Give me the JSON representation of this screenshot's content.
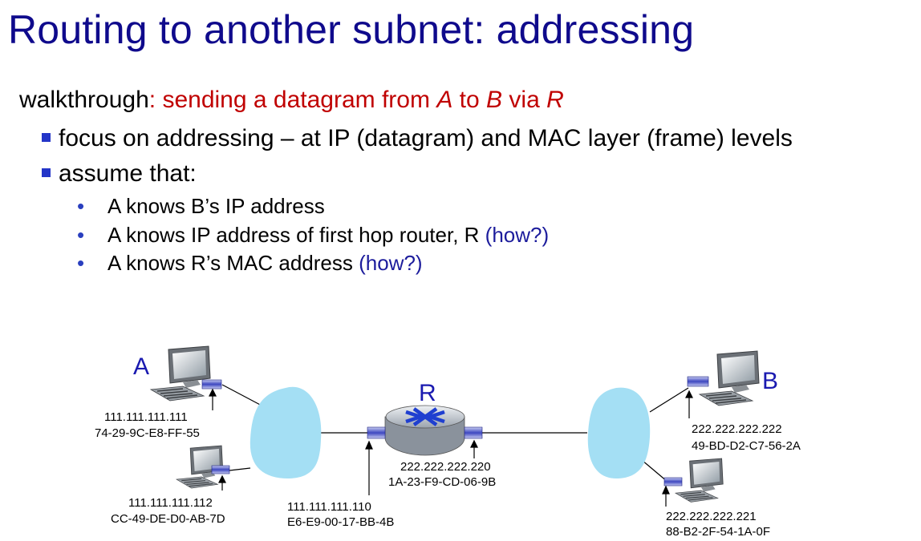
{
  "title": "Routing to another subnet: addressing",
  "walkthrough": {
    "prefix": "walkthrough",
    "colon": ":",
    "sending": "sending a  datagram from",
    "a": "A",
    "to": "to",
    "b": "B",
    "via": "via",
    "r": "R"
  },
  "bullets": [
    "focus on addressing – at IP (datagram) and MAC layer (frame) levels",
    "assume that:"
  ],
  "sub_bullets": [
    {
      "text": "A knows B’s IP address",
      "note": ""
    },
    {
      "text": "A knows IP address of first hop router, R",
      "note": "(how?)"
    },
    {
      "text": "A knows R’s MAC address",
      "note": "(how?)"
    }
  ],
  "diagram": {
    "host_a": {
      "label": "A",
      "ip": "111.111.111.111",
      "mac": "74-29-9C-E8-FF-55"
    },
    "host_a2": {
      "ip": "111.111.111.112",
      "mac": "CC-49-DE-D0-AB-7D"
    },
    "router": {
      "label": "R",
      "left_ip": "111.111.111.110",
      "left_mac": "E6-E9-00-17-BB-4B",
      "right_ip": "222.222.222.220",
      "right_mac": "1A-23-F9-CD-06-9B"
    },
    "host_b": {
      "label": "B",
      "ip": "222.222.222.222",
      "mac": "49-BD-D2-C7-56-2A"
    },
    "host_b2": {
      "ip": "222.222.222.221",
      "mac": "88-B2-2F-54-1A-0F"
    },
    "colors": {
      "cloud": "#a4dff4",
      "router": "#c9d0d8",
      "arrows": "#1f3fd0",
      "nic": "#4a52c8"
    }
  }
}
